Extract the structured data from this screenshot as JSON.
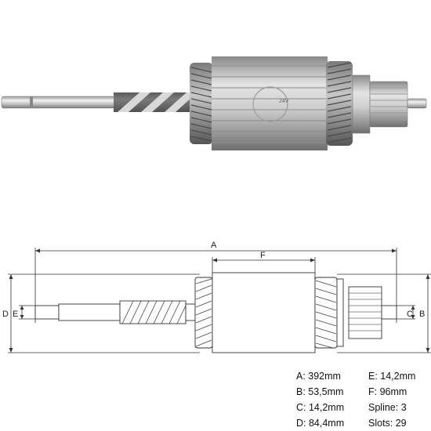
{
  "photo_marking": "24V",
  "drawing_labels": {
    "A": "A",
    "B": "B",
    "C": "C",
    "D": "D",
    "E": "E",
    "F": "F"
  },
  "specs": [
    [
      "A: 392mm",
      "E: 14,2mm"
    ],
    [
      "B: 53,5mm",
      "F: 96mm"
    ],
    [
      "C: 14,2mm",
      "Spline: 3"
    ],
    [
      "D: 84,4mm",
      "Slots: 29"
    ]
  ]
}
